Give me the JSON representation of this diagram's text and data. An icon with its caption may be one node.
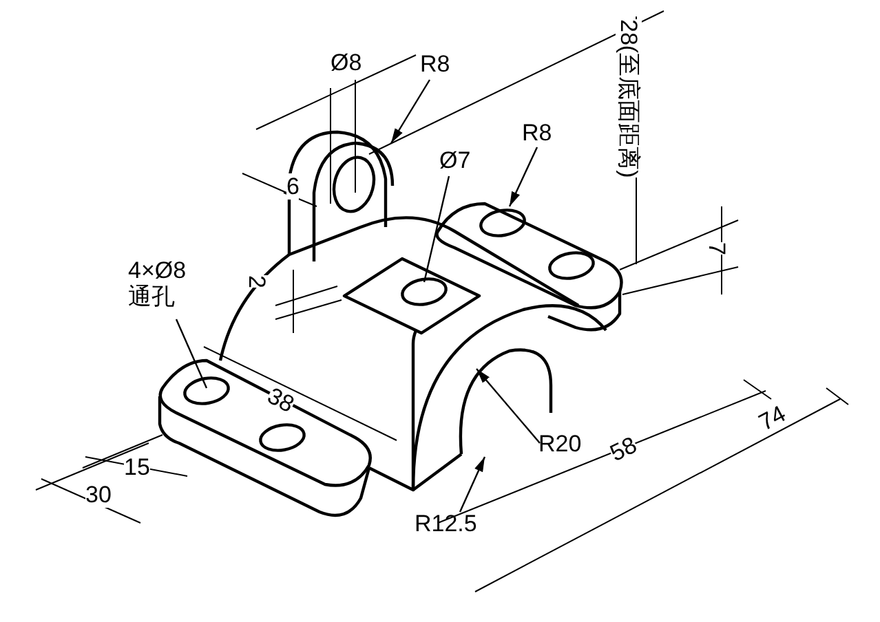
{
  "diagram": {
    "nodes": [
      {
        "text": [
          "R8"
        ]
      },
      {
        "text": [
          "Ø7"
        ]
      },
      {
        "text": [
          "R8"
        ]
      },
      {
        "text": [
          "4×Ø8",
          "通孔"
        ]
      },
      {
        "text": [
          "R20"
        ]
      },
      {
        "text": [
          "R12.5"
        ]
      }
    ],
    "edges": [
      {
        "from": 0,
        "to": null,
        "arrow": "to"
      },
      {
        "from": 1,
        "to": null,
        "arrow": "none"
      },
      {
        "from": 2,
        "to": null,
        "arrow": "to"
      },
      {
        "from": 3,
        "to": null,
        "arrow": "none"
      },
      {
        "from": 4,
        "to": null,
        "arrow": "to"
      },
      {
        "from": 5,
        "to": null,
        "arrow": "to"
      }
    ],
    "labels": [
      "Ø8",
      "6",
      "28(至底面距离)",
      "7",
      "2",
      "38",
      "15",
      "30",
      "58",
      "74"
    ]
  }
}
